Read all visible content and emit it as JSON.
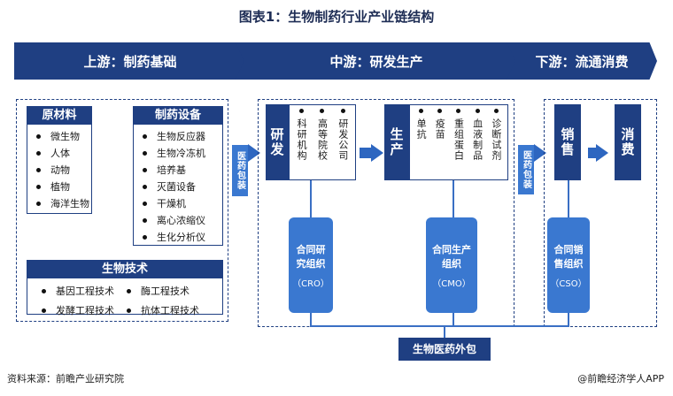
{
  "title": "图表1：生物制药行业产业链结构",
  "stages": [
    "上游：制药基础",
    "中游：研发生产",
    "下游：流通消费"
  ],
  "raw_materials": {
    "heading": "原材料",
    "items": [
      "微生物",
      "人体",
      "动物",
      "植物",
      "海洋生物"
    ]
  },
  "equipment": {
    "heading": "制药设备",
    "items": [
      "生物反应器",
      "生物冷冻机",
      "培养基",
      "灭菌设备",
      "干燥机",
      "离心浓缩仪",
      "生化分析仪"
    ]
  },
  "biotech": {
    "heading": "生物技术",
    "items": [
      "基因工程技术",
      "酶工程技术",
      "发酵工程技术",
      "抗体工程技术"
    ]
  },
  "packaging_label": "医药包装",
  "rnd": {
    "label": "研发",
    "items": [
      "科研机构",
      "高等院校",
      "研发公司"
    ]
  },
  "production": {
    "label": "生产",
    "items": [
      "单抗",
      "疫苗",
      "重组蛋白",
      "血液制品",
      "诊断试剂"
    ]
  },
  "sales_label": "销售",
  "consumption_label": "消费",
  "cro": {
    "name": "合同研究组织",
    "abbr": "（CRO）"
  },
  "cmo": {
    "name": "合同生产组织",
    "abbr": "（CMO）"
  },
  "cso": {
    "name": "合同销售组织",
    "abbr": "（CSO）"
  },
  "outsourcing_label": "生物医药外包",
  "source": "资料来源：前瞻产业研究院",
  "brand": "@前瞻经济学人APP",
  "colors": {
    "navy": "#1f3f82",
    "blue": "#3a78d0"
  }
}
